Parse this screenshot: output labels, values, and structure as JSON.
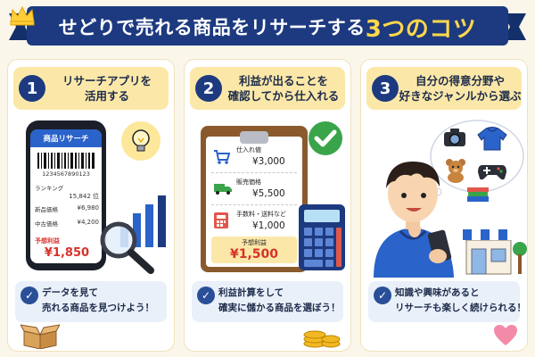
{
  "banner": {
    "title_main": "せどりで売れる商品をリサーチする",
    "title_highlight": "3つのコツ",
    "colors": {
      "navy": "#1d3a80",
      "gold": "#ffd84a"
    }
  },
  "panels": [
    {
      "number": "1",
      "heading_line1": "リサーチアプリを",
      "heading_line2": "活用する",
      "tip_line1": "データを見て",
      "tip_line2": "売れる商品を見つけよう！",
      "phone": {
        "app_title": "商品リサーチ",
        "barcode_number": "1234567890123",
        "ranking_label": "ランキング",
        "ranking_value": "15,842 位",
        "new_price_label": "新品価格",
        "new_price_value": "¥6,980",
        "used_price_label": "中古価格",
        "used_price_value": "¥4,200",
        "profit_label": "予想利益",
        "profit_value": "¥1,850"
      },
      "icons": [
        "smartphone-icon",
        "lightbulb-icon",
        "bar-chart-icon",
        "magnifier-icon",
        "cardboard-box-icon"
      ]
    },
    {
      "number": "2",
      "heading_line1": "利益が出ることを",
      "heading_line2": "確認してから仕入れる",
      "tip_line1": "利益計算をして",
      "tip_line2": "確実に儲かる商品を選ぼう！",
      "clipboard": {
        "purchase_label": "仕入れ値",
        "purchase_value": "¥3,000",
        "sale_label": "販売価格",
        "sale_value": "¥5,500",
        "fee_label": "手数料・送料など",
        "fee_value": "¥1,000",
        "profit_label": "予想利益",
        "profit_value": "¥1,500"
      },
      "icons": [
        "cart-icon",
        "truck-icon",
        "calculator-icon",
        "check-circle-icon",
        "coins-icon"
      ]
    },
    {
      "number": "3",
      "heading_line1": "自分の得意分野や",
      "heading_line2": "好きなジャンルから選ぶ",
      "tip_line1": "知識や興味があると",
      "tip_line2": "リサーチも楽しく続けられる！",
      "icons": [
        "camera-icon",
        "hoodie-icon",
        "teddy-bear-icon",
        "game-controller-icon",
        "books-icon",
        "store-icon",
        "heart-icon"
      ]
    }
  ]
}
